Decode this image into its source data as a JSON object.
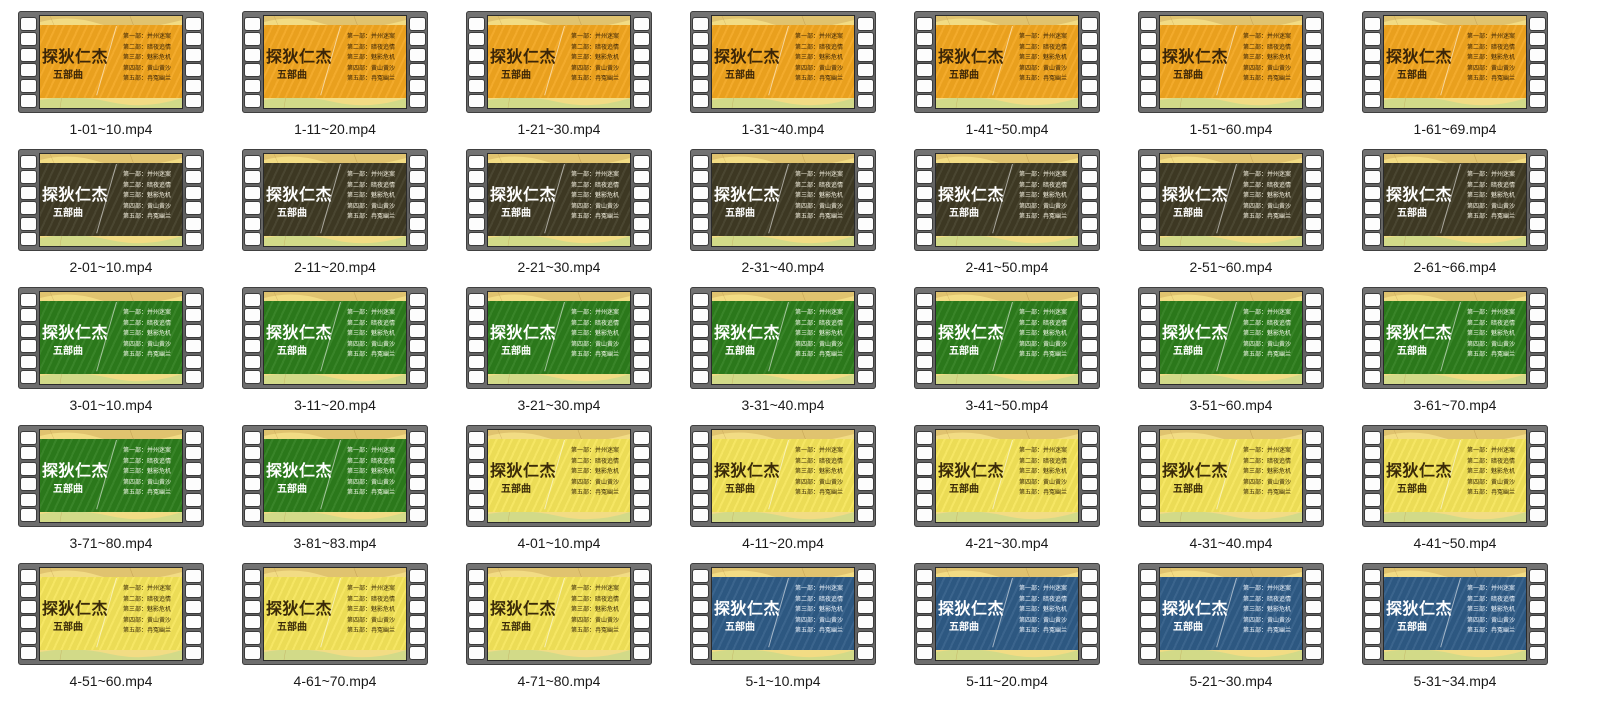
{
  "title_text": "探狄仁杰",
  "subtitle_text": "五部曲",
  "parts": [
    "第一部：并州迷案",
    "第二部：暗夜追情",
    "第三部：魅影危机",
    "第四部：黄山黄沙",
    "第五部：冉冤幽兰"
  ],
  "themes": {
    "orange": {
      "band": "#f2a61f",
      "title": "#3a2508",
      "text": "#3a2508"
    },
    "dark": {
      "band": "#3f3a24",
      "title": "#ffffff",
      "text": "#f4f0e0"
    },
    "green": {
      "band": "#2d7d1c",
      "title": "#ffffff",
      "text": "#f0f6e8"
    },
    "yellow": {
      "band": "#f5e55a",
      "title": "#3a2a08",
      "text": "#3a2a08"
    },
    "blue": {
      "band": "#2f5b86",
      "title": "#ffffff",
      "text": "#eef4fb"
    }
  },
  "files": [
    {
      "name": "1-01~10.mp4",
      "theme": "orange"
    },
    {
      "name": "1-11~20.mp4",
      "theme": "orange"
    },
    {
      "name": "1-21~30.mp4",
      "theme": "orange"
    },
    {
      "name": "1-31~40.mp4",
      "theme": "orange"
    },
    {
      "name": "1-41~50.mp4",
      "theme": "orange"
    },
    {
      "name": "1-51~60.mp4",
      "theme": "orange"
    },
    {
      "name": "1-61~69.mp4",
      "theme": "orange"
    },
    {
      "name": "2-01~10.mp4",
      "theme": "dark"
    },
    {
      "name": "2-11~20.mp4",
      "theme": "dark"
    },
    {
      "name": "2-21~30.mp4",
      "theme": "dark"
    },
    {
      "name": "2-31~40.mp4",
      "theme": "dark"
    },
    {
      "name": "2-41~50.mp4",
      "theme": "dark"
    },
    {
      "name": "2-51~60.mp4",
      "theme": "dark"
    },
    {
      "name": "2-61~66.mp4",
      "theme": "dark"
    },
    {
      "name": "3-01~10.mp4",
      "theme": "green"
    },
    {
      "name": "3-11~20.mp4",
      "theme": "green"
    },
    {
      "name": "3-21~30.mp4",
      "theme": "green"
    },
    {
      "name": "3-31~40.mp4",
      "theme": "green"
    },
    {
      "name": "3-41~50.mp4",
      "theme": "green"
    },
    {
      "name": "3-51~60.mp4",
      "theme": "green"
    },
    {
      "name": "3-61~70.mp4",
      "theme": "green"
    },
    {
      "name": "3-71~80.mp4",
      "theme": "green"
    },
    {
      "name": "3-81~83.mp4",
      "theme": "green"
    },
    {
      "name": "4-01~10.mp4",
      "theme": "yellow"
    },
    {
      "name": "4-11~20.mp4",
      "theme": "yellow"
    },
    {
      "name": "4-21~30.mp4",
      "theme": "yellow"
    },
    {
      "name": "4-31~40.mp4",
      "theme": "yellow"
    },
    {
      "name": "4-41~50.mp4",
      "theme": "yellow"
    },
    {
      "name": "4-51~60.mp4",
      "theme": "yellow"
    },
    {
      "name": "4-61~70.mp4",
      "theme": "yellow"
    },
    {
      "name": "4-71~80.mp4",
      "theme": "yellow"
    },
    {
      "name": "5-1~10.mp4",
      "theme": "blue"
    },
    {
      "name": "5-11~20.mp4",
      "theme": "blue"
    },
    {
      "name": "5-21~30.mp4",
      "theme": "blue"
    },
    {
      "name": "5-31~34.mp4",
      "theme": "blue"
    }
  ]
}
